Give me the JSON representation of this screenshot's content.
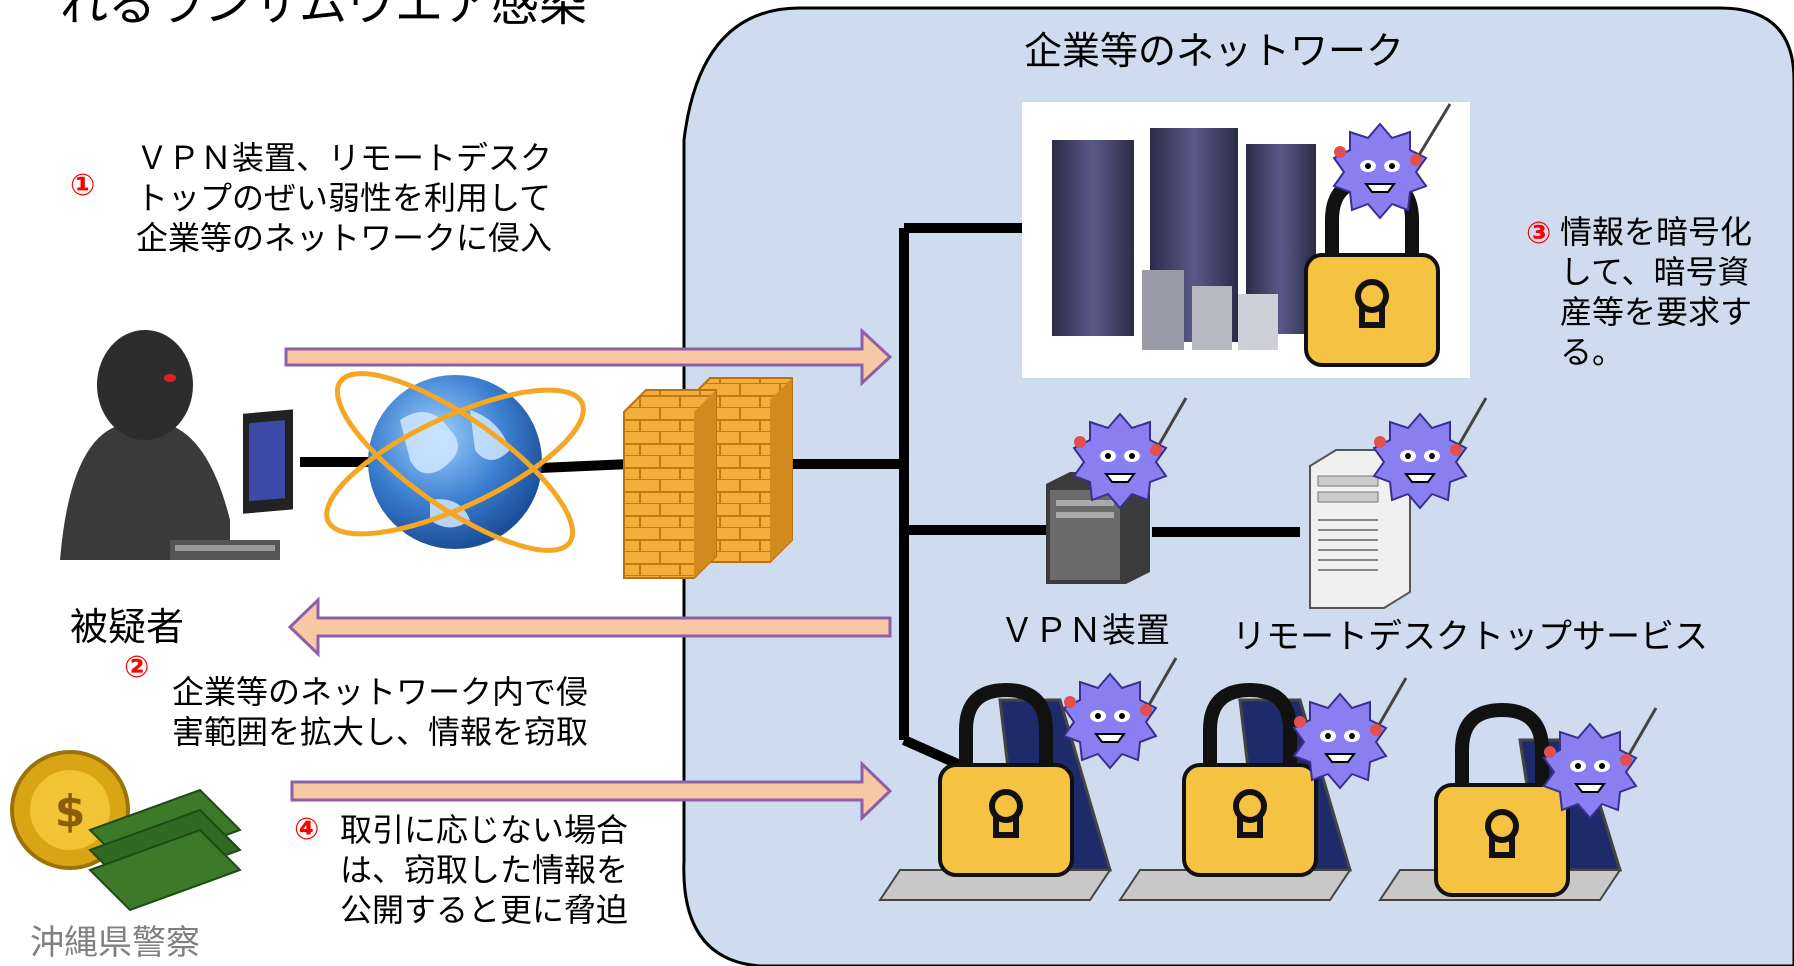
{
  "title_partial": "れるランサムウエア感染",
  "network": {
    "label": "企業等のネットワーク"
  },
  "steps": [
    {
      "number": "①",
      "text": "ＶＰＮ装置、リモートデスク\nトップのぜい弱性を利用して\n企業等のネットワークに侵入"
    },
    {
      "number": "②",
      "text": "企業等のネットワーク内で侵\n害範囲を拡大し、情報を窃取"
    },
    {
      "number": "③",
      "text": "情報を暗号化\nして、暗号資\n産等を要求す\nる。"
    },
    {
      "number": "④",
      "text": "取引に応じない場合\nは、窃取した情報を\n公開すると更に脅迫"
    }
  ],
  "labels": {
    "suspect": "被疑者",
    "vpn": "ＶＰＮ装置",
    "remote_desktop": "リモートデスクトップサービス",
    "credit": "沖縄県警察"
  },
  "money_symbol": "$",
  "colors": {
    "network_bg": "#cfdcef",
    "arrow_fill": "#f8c8a4",
    "arrow_stroke": "#8c5fa8",
    "step_number": "#ff0000",
    "virus": "#8a7ff0",
    "lock": "#f5c242",
    "firewall": "#f0a830",
    "globe": "#3b7fd0",
    "credit_text": "#808080"
  },
  "icons": [
    "hacker-icon",
    "globe-icon",
    "firewall-icon",
    "server-cluster-icon",
    "vpn-server-icon",
    "remote-desktop-server-icon",
    "laptop-icon",
    "lock-icon",
    "virus-icon",
    "money-icon"
  ]
}
